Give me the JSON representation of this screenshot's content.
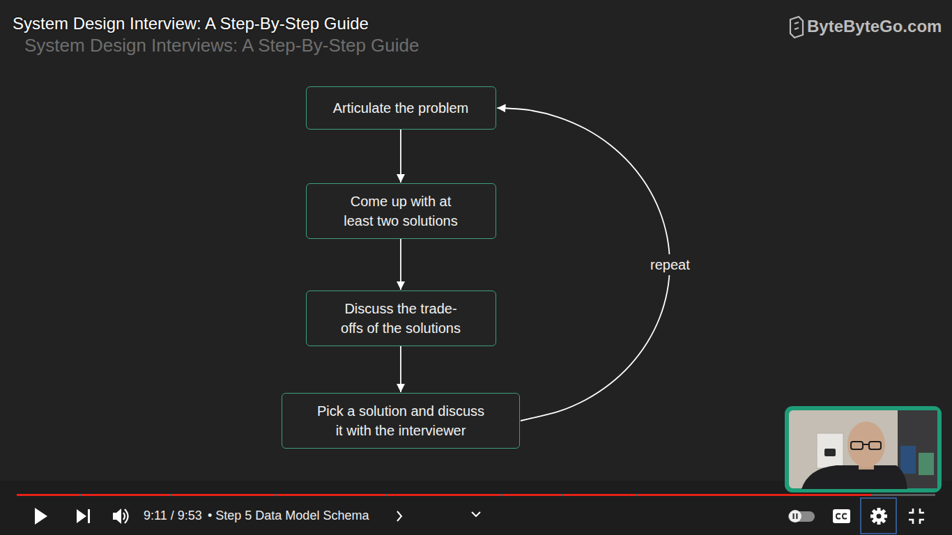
{
  "diagram": {
    "title": "System Design Interview: A Step-By-Step Guide",
    "nodes": [
      {
        "text": [
          "Articulate the problem"
        ]
      },
      {
        "text": [
          "Come up with at least two solutions"
        ]
      },
      {
        "text": [
          "Discuss the trade-offs of the solutions"
        ]
      },
      {
        "text": [
          "Pick a solution and discuss it with the interviewer"
        ]
      }
    ],
    "edges": [
      {
        "from": 0,
        "to": 1,
        "arrow": "to"
      },
      {
        "from": 1,
        "to": 2,
        "arrow": "to"
      },
      {
        "from": 2,
        "to": 3,
        "arrow": "to"
      },
      {
        "from": 3,
        "to": 0,
        "label": "repeat",
        "arrow": "to"
      }
    ],
    "labels": [
      "System Design Interviews: A Step-By-Step Guide",
      "ByteByteGo.com",
      "9:11 / 9:53",
      "• Step 5 Data Model Schema"
    ]
  }
}
